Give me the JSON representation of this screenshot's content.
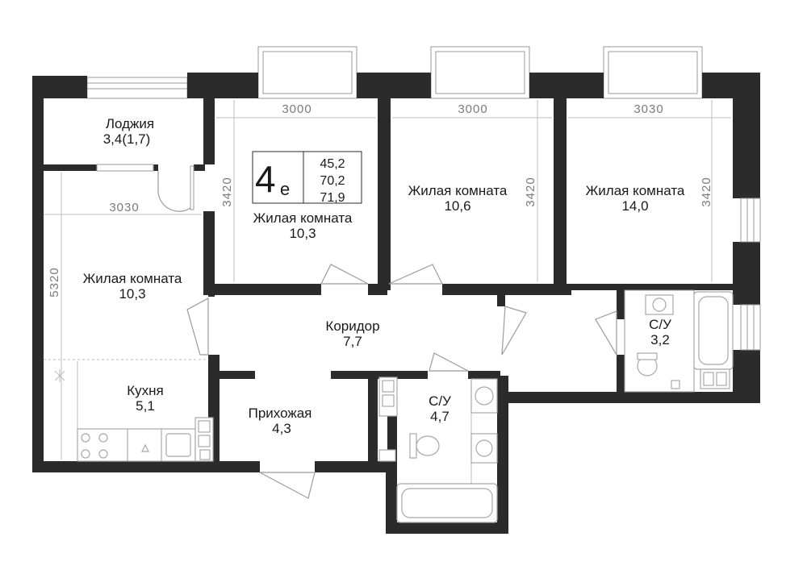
{
  "apartment_type": {
    "rooms": "4",
    "suffix": "е"
  },
  "areas": {
    "living": "45,2",
    "total": "70,2",
    "total_with_loggia": "71,9"
  },
  "rooms": {
    "loggia": {
      "name": "Лоджия",
      "area": "3,4(1,7)"
    },
    "living_room_left": {
      "name": "Жилая комната",
      "area": "10,3"
    },
    "living_room_1": {
      "name": "Жилая комната",
      "area": "10,3"
    },
    "living_room_2": {
      "name": "Жилая комната",
      "area": "10,6"
    },
    "living_room_3": {
      "name": "Жилая комната",
      "area": "14,0"
    },
    "corridor": {
      "name": "Коридор",
      "area": "7,7"
    },
    "hallway": {
      "name": "Прихожая",
      "area": "4,3"
    },
    "kitchen": {
      "name": "Кухня",
      "area": "5,1"
    },
    "bathroom_1": {
      "name": "С/У",
      "area": "4,7"
    },
    "bathroom_2": {
      "name": "С/У",
      "area": "3,2"
    }
  },
  "dimensions": {
    "room1_width": "3000",
    "room2_width": "3000",
    "room3_width": "3030",
    "left_room_width": "3030",
    "room1_height": "3420",
    "room2_height": "3420",
    "room3_height": "3420",
    "left_height": "5320"
  }
}
